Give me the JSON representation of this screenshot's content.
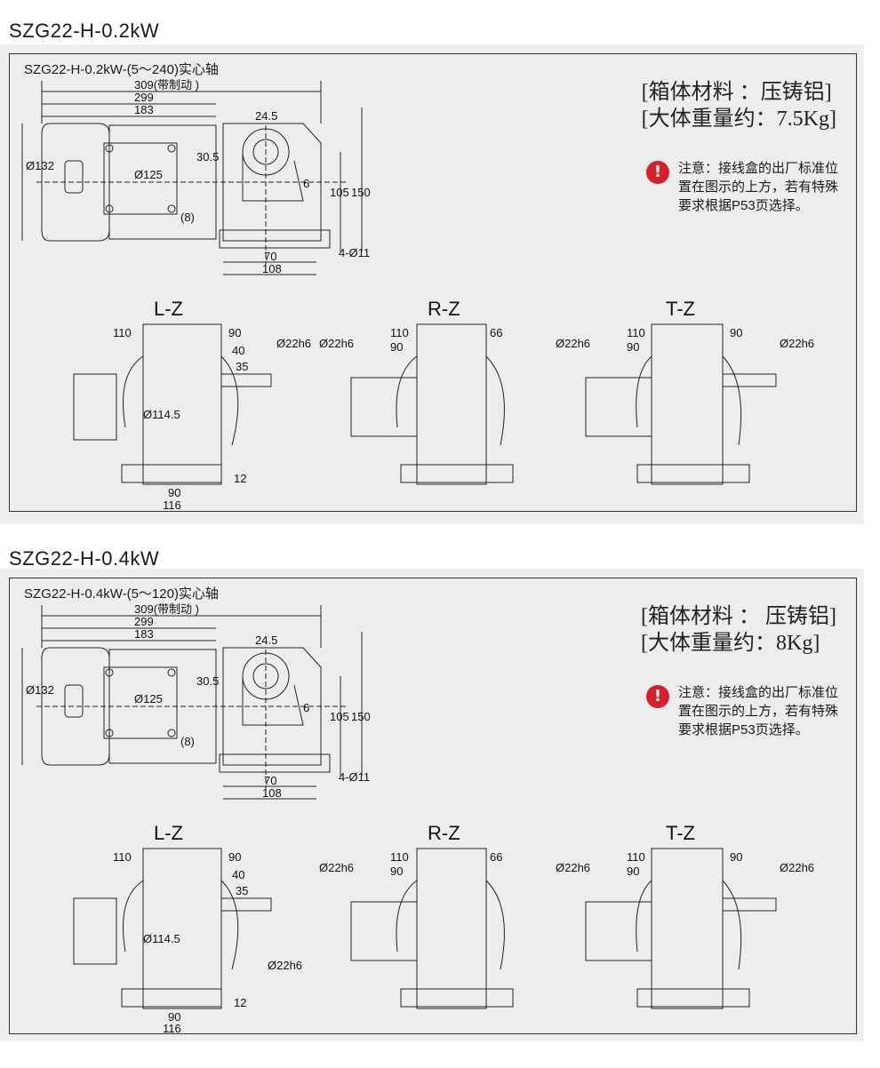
{
  "sections": [
    {
      "heading": "SZG22-H-0.2kW",
      "drawing_title": "SZG22-H-0.2kW-(5～240)实心轴",
      "spec_material": "[箱体材料 ：压铸铝]",
      "spec_weight": "[大体重量约：7.5Kg]",
      "notice_icon": "!",
      "notice_text": "注意：接线盒的出厂标准位置在图示的上方，若有特殊要求根据P53页选择。",
      "dims_top": [
        "309(带制动 )",
        "299",
        "183",
        "24.5",
        "30.5",
        "6",
        "105",
        "150",
        "Ø132",
        "Ø125",
        "(8)",
        "70",
        "108",
        "4-Ø11"
      ],
      "views": [
        {
          "label": "L-Z",
          "dims": [
            "110",
            "90",
            "40",
            "35",
            "Ø22h6",
            "Ø114.5",
            "90",
            "116",
            "12"
          ]
        },
        {
          "label": "R-Z",
          "dims": [
            "Ø22h6",
            "110",
            "66",
            "90"
          ]
        },
        {
          "label": "T-Z",
          "dims": [
            "Ø22h6",
            "110",
            "90",
            "90",
            "Ø22h6"
          ]
        }
      ]
    },
    {
      "heading": "SZG22-H-0.4kW",
      "drawing_title": "SZG22-H-0.4kW-(5～120)实心轴",
      "spec_material": "[箱体材料 ： 压铸铝]",
      "spec_weight": "[大体重量约：8Kg]",
      "notice_icon": "!",
      "notice_text": "注意：接线盒的出厂标准位置在图示的上方，若有特殊要求根据P53页选择。",
      "dims_top": [
        "309(带制动 )",
        "299",
        "183",
        "24.5",
        "30.5",
        "6",
        "105",
        "150",
        "Ø132",
        "Ø125",
        "(8)",
        "70",
        "108",
        "4-Ø11"
      ],
      "views": [
        {
          "label": "L-Z",
          "dims": [
            "110",
            "90",
            "40",
            "35",
            "Ø22h6",
            "Ø114.5",
            "90",
            "116",
            "12"
          ]
        },
        {
          "label": "R-Z",
          "dims": [
            "Ø22h6",
            "110",
            "66",
            "90"
          ]
        },
        {
          "label": "T-Z",
          "dims": [
            "Ø22h6",
            "110",
            "90",
            "90",
            "Ø22h6"
          ]
        }
      ]
    }
  ]
}
